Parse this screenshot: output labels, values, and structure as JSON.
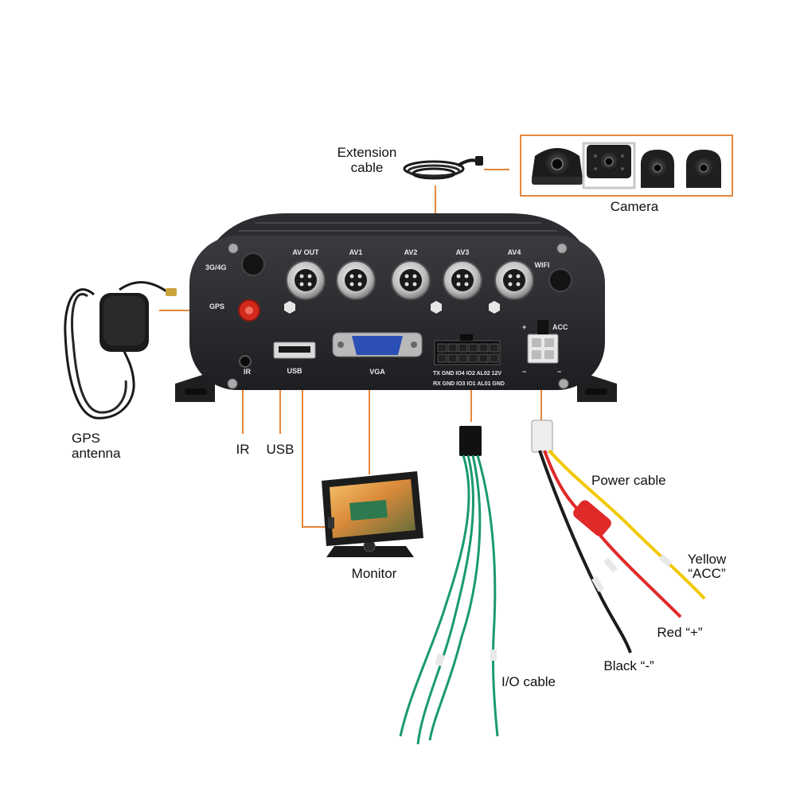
{
  "callouts": {
    "extension_cable_line1": "Extension",
    "extension_cable_line2": "cable",
    "camera": "Camera",
    "gps_antenna_line1": "GPS",
    "gps_antenna_line2": "antenna",
    "ir": "IR",
    "usb": "USB",
    "monitor": "Monitor",
    "power_cable": "Power cable",
    "yellow_line1": "Yellow",
    "yellow_line2": "“ACC”",
    "red": "Red “+”",
    "black": "Black “-”",
    "io_cable": "I/O cable"
  },
  "panel": {
    "label_3g4g": "3G/4G",
    "label_gps": "GPS",
    "label_av_out": "AV OUT",
    "label_av1": "AV1",
    "label_av2": "AV2",
    "label_av3": "AV3",
    "label_av4": "AV4",
    "label_wifi": "WIFI",
    "label_ir": "IR",
    "label_usb": "USB",
    "label_vga": "VGA",
    "label_acc": "ACC",
    "label_plus": "+",
    "label_minus_left": "−",
    "label_minus_right": "−",
    "io_top_row": "TX GND IO4 IO2 AL02 12V",
    "io_bottom_row": "RX GND IO3 IO1 AL01 GND"
  },
  "colors": {
    "leader_line": "#e8873a",
    "device_body": "#26272a",
    "gps_port": "#d42a1e",
    "vga_blue": "#2c4fb5",
    "wire_green": "#1a9a6e",
    "wire_red": "#e02a2a",
    "wire_yellow": "#f2c800",
    "wire_black": "#1c1c1c"
  }
}
